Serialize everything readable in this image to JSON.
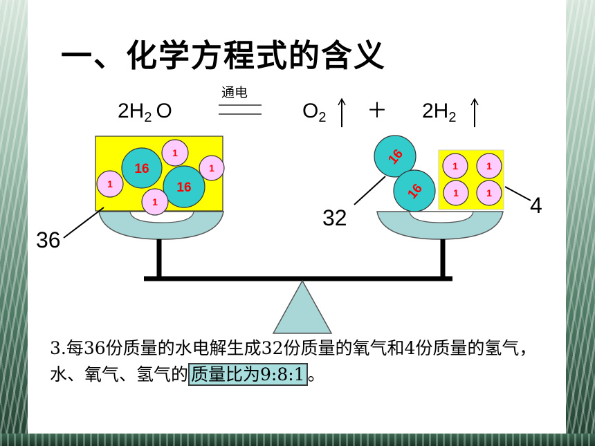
{
  "title": "一、化学方程式的含义",
  "equation": {
    "reactant_coef": "2H",
    "reactant_sub": "2",
    "reactant_tail": "O",
    "condition": "通电",
    "product1": "O",
    "product1_sub": "2",
    "plus": "＋",
    "product2": "2H",
    "product2_sub": "2"
  },
  "left_box": {
    "oxygen_labels": [
      "16",
      "16"
    ],
    "hydrogen_labels": [
      "1",
      "1",
      "1",
      "1"
    ],
    "mass_label": "36"
  },
  "right_oxygen": {
    "labels": [
      "16",
      "16"
    ],
    "mass_label": "32"
  },
  "right_hydrogen": {
    "labels": [
      "1",
      "1",
      "1",
      "1"
    ],
    "mass_label": "4"
  },
  "caption": {
    "part1": "3.每36份质量的水电解生成32份质量的氧气和4份质量的氢气，水、氧气、氢气的",
    "highlight": "质量比为9:8:1",
    "end": "。"
  },
  "colors": {
    "yellow": "#ffff00",
    "oxygen_fill": "#33cccc",
    "hydrogen_fill": "#ffccff",
    "pan_fill": "#a9d6d6",
    "label_red": "#ff0000"
  }
}
